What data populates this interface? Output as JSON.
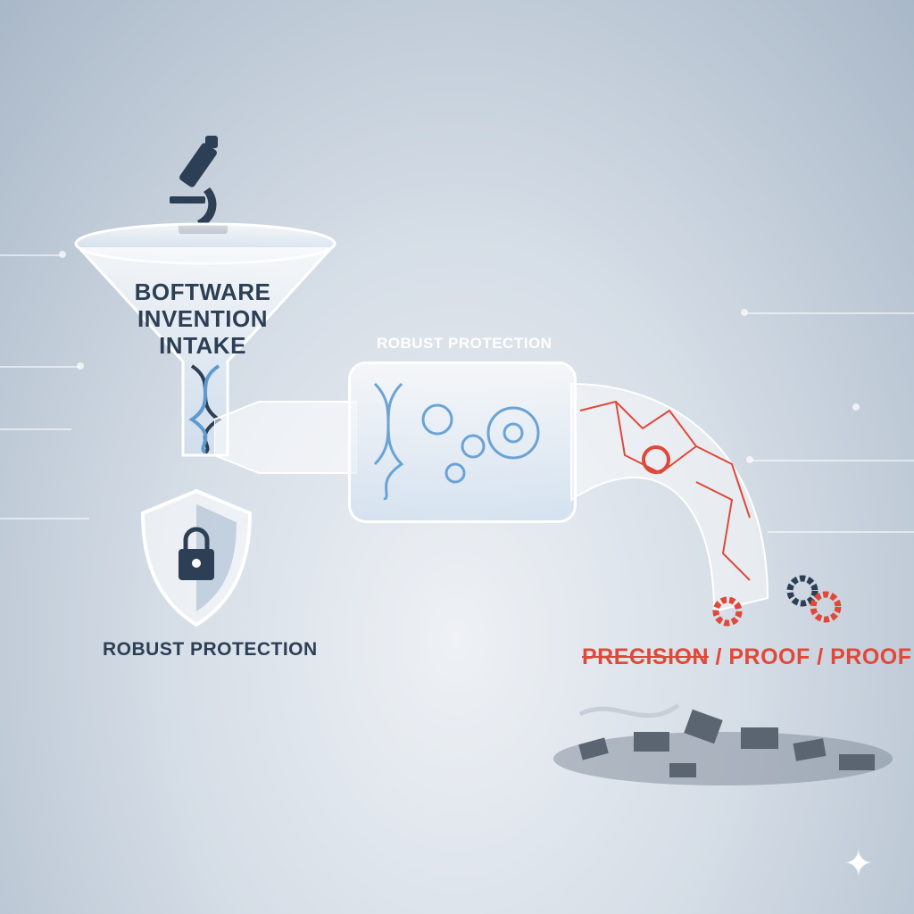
{
  "funnel": {
    "lines": [
      "BOFTWARE",
      "INVENTION",
      "INTAKE"
    ],
    "icon": "microscope-icon"
  },
  "pipe": {
    "label": "ROBUST PROTECTION"
  },
  "shield": {
    "label": "ROBUST PROTECTION",
    "icon": "lock-shield-icon"
  },
  "output": {
    "struck": "PRECISION",
    "rest": " / PROOF / PROOF",
    "color": "#e0483a"
  },
  "colors": {
    "dark_text": "#2d3f55",
    "accent_red": "#e0483a",
    "glass": "#dbe8f4"
  }
}
